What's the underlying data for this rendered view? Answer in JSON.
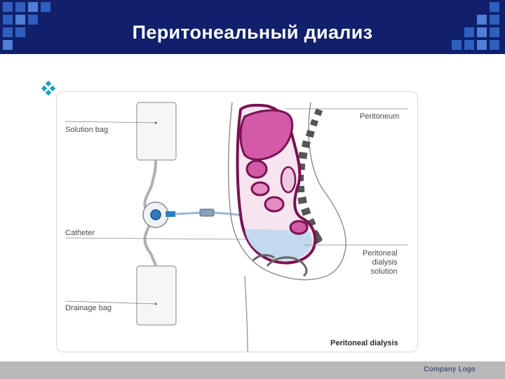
{
  "slide": {
    "title": "Перитонеальный диализ",
    "footer_logo": "Company Logo"
  },
  "diagram": {
    "labels": {
      "solution_bag": "Solution bag",
      "catheter": "Catheter",
      "drainage_bag": "Drainage bag",
      "peritoneum": "Peritoneum",
      "pds_line1": "Peritoneal",
      "pds_line2": "dialysis",
      "pds_line3": "solution",
      "caption": "Peritoneal dialysis"
    }
  },
  "icons": {
    "bullet": "diamond-bullet-icon"
  },
  "colors": {
    "header": "#10206a",
    "header_squares": "#2f5fbf",
    "bullet": "#1a9fc0",
    "organ_magenta": "#7a1252",
    "organ_pink": "#d25aa6",
    "dialysate": "#bcd8f0",
    "footer": "#b8b8b8"
  }
}
